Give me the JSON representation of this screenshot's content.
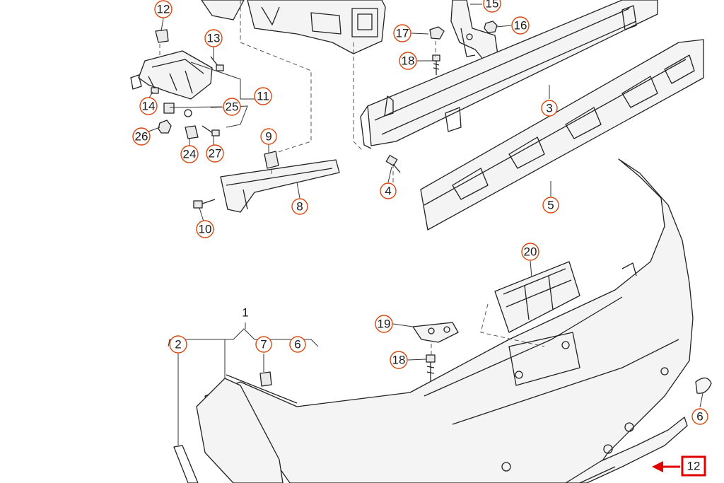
{
  "callouts": {
    "c12a": "12",
    "c13": "13",
    "c11": "11",
    "c14": "14",
    "c25": "25",
    "c26": "26",
    "c24": "24",
    "c27": "27",
    "c9": "9",
    "c10": "10",
    "c8": "8",
    "c15": "15",
    "c16": "16",
    "c17": "17",
    "c18a": "18",
    "c3": "3",
    "c4": "4",
    "c5": "5",
    "c20": "20",
    "c1": "1",
    "c2": "2",
    "c7": "7",
    "c6a": "6",
    "c19": "19",
    "c18b": "18",
    "c6b": "6",
    "c12b": "12"
  },
  "highlighted_part": "12",
  "colors": {
    "callout_ring": "#d9480f",
    "highlight": "#e00000",
    "line": "#222222"
  }
}
